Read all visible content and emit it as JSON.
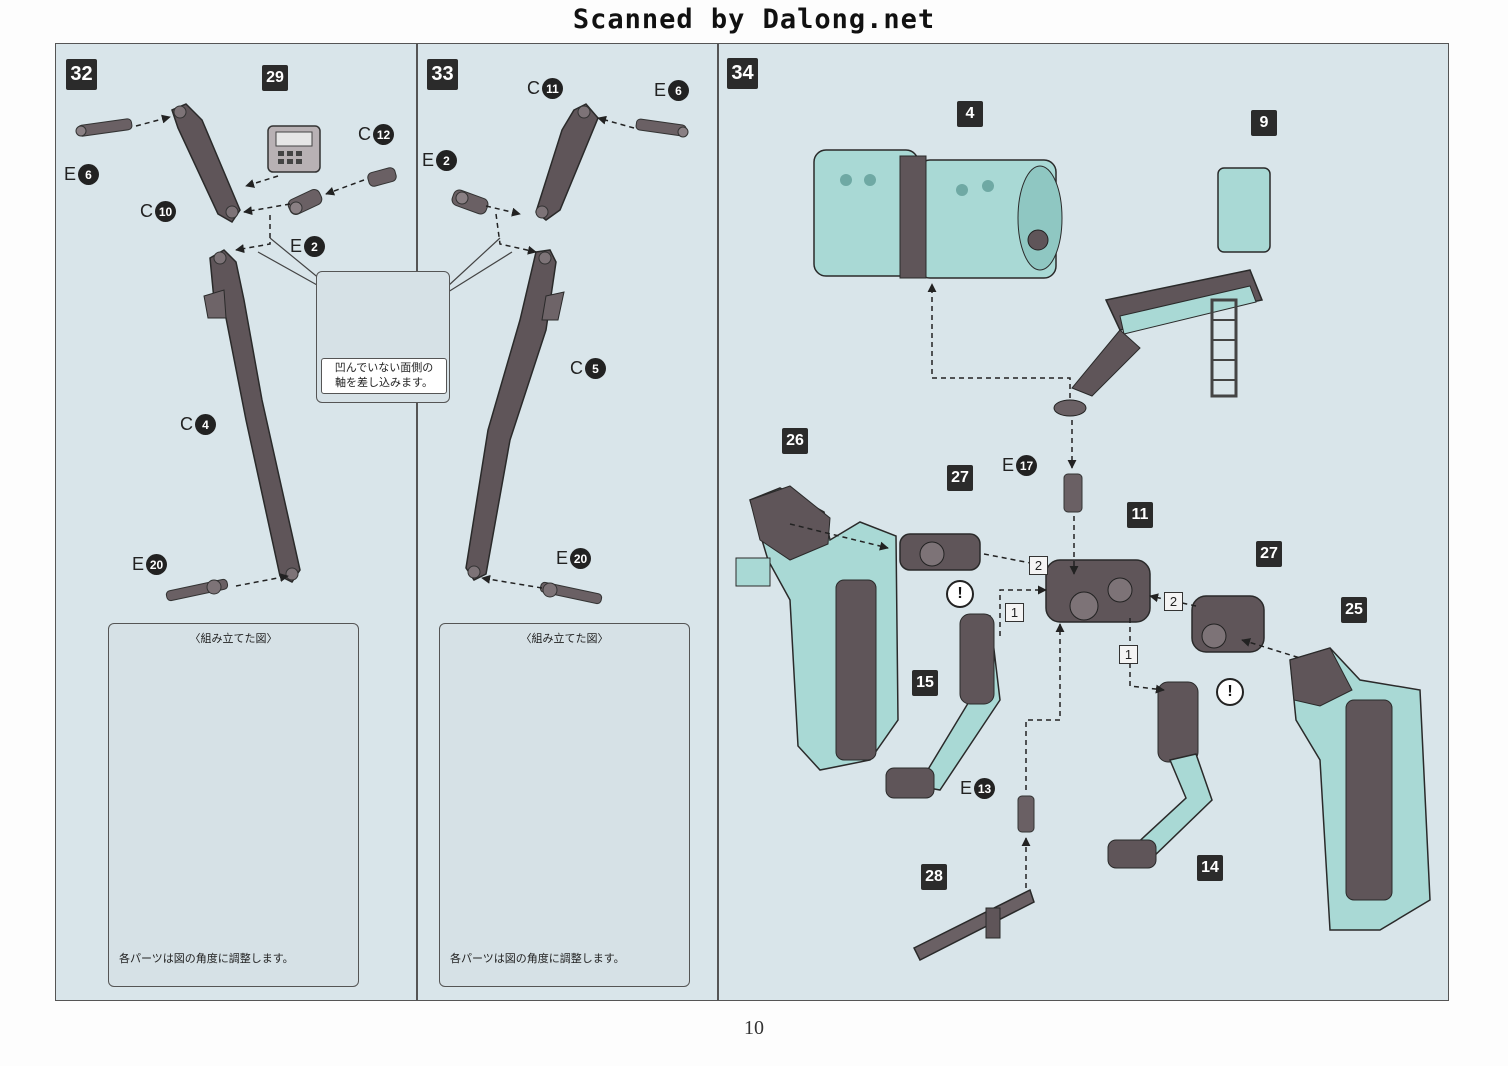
{
  "header": "Scanned by Dalong.net",
  "page_number": "10",
  "colors": {
    "panel_bg": "#d9e5ea",
    "part_dark": "#5f5559",
    "part_teal": "#a9d9d5",
    "badge": "#2b2b2b"
  },
  "steps": {
    "s32": "32",
    "s33": "33",
    "s34": "34"
  },
  "step32": {
    "part_29": "29",
    "r_e6": {
      "letter": "E",
      "num": "6"
    },
    "r_c12": {
      "letter": "C",
      "num": "12"
    },
    "r_c10": {
      "letter": "C",
      "num": "10"
    },
    "r_e2": {
      "letter": "E",
      "num": "2"
    },
    "r_c4": {
      "letter": "C",
      "num": "4"
    },
    "r_e20": {
      "letter": "E",
      "num": "20"
    },
    "callout_text_1": "凹んでいない面側の",
    "callout_text_2": "軸を差し込みます。",
    "assembled_title": "〈組み立てた図〉",
    "assembled_note": "各パーツは図の角度に調整します。"
  },
  "step33": {
    "r_c11": {
      "letter": "C",
      "num": "11"
    },
    "r_e6": {
      "letter": "E",
      "num": "6"
    },
    "r_e2": {
      "letter": "E",
      "num": "2"
    },
    "r_c5": {
      "letter": "C",
      "num": "5"
    },
    "r_e20": {
      "letter": "E",
      "num": "20"
    },
    "assembled_title": "〈組み立てた図〉",
    "assembled_note": "各パーツは図の角度に調整します。"
  },
  "step34": {
    "part_4": "4",
    "part_9": "9",
    "part_26": "26",
    "part_27a": "27",
    "part_11": "11",
    "part_27b": "27",
    "part_25": "25",
    "part_15": "15",
    "part_14": "14",
    "part_28": "28",
    "r_e17": {
      "letter": "E",
      "num": "17"
    },
    "r_e13": {
      "letter": "E",
      "num": "13"
    },
    "count_2a": "2",
    "count_2b": "2",
    "count_1a": "1",
    "count_1b": "1",
    "warn_symbol": "!"
  }
}
